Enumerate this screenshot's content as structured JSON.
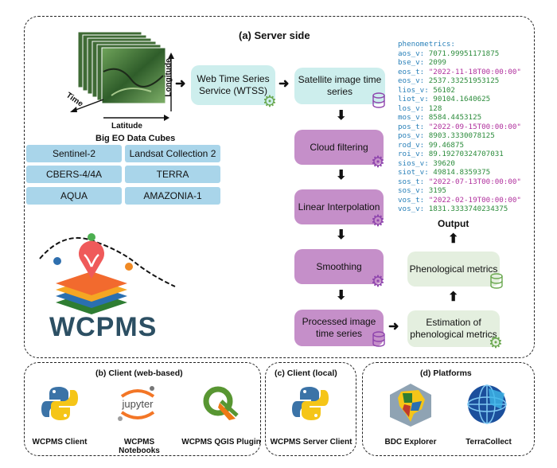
{
  "server": {
    "title": "(a) Server side",
    "cube_axes": {
      "time": "Time",
      "latitude": "Latitude",
      "longitude": "Longitude"
    },
    "cube_label": "Big EO Data Cubes",
    "sources": [
      "Sentinel-2",
      "Landsat Collection 2",
      "CBERS-4/4A",
      "TERRA",
      "AQUA",
      "AMAZONIA-1"
    ],
    "wtss": "Web Time Series Service (WTSS)",
    "satellite": "Satellite image time series",
    "cloud": "Cloud filtering",
    "interp": "Linear Interpolation",
    "smoothing": "Smoothing",
    "processed": "Processed image time series",
    "estimation": "Estimation of phenological metrics",
    "metrics": "Phenological metrics",
    "output": "Output",
    "logo": "WCPMS"
  },
  "phenometrics": {
    "title": "phenometrics:",
    "rows": [
      {
        "k": "aos_v:",
        "v": "7071.99951171875",
        "str": false
      },
      {
        "k": "bse_v:",
        "v": "2099",
        "str": false
      },
      {
        "k": "eos_t:",
        "v": "\"2022-11-18T00:00:00\"",
        "str": true
      },
      {
        "k": "eos_v:",
        "v": "2537.332519531 25",
        "str": false
      },
      {
        "k": "lios_v:",
        "v": "56102",
        "str": false
      },
      {
        "k": "liot_v:",
        "v": "90104.1640625",
        "str": false
      },
      {
        "k": "los_v:",
        "v": "128",
        "str": false
      },
      {
        "k": "mos_v:",
        "v": "8584.4453125",
        "str": false
      },
      {
        "k": "pos_t:",
        "v": "\"2022-09-15T00:00:00\"",
        "str": true
      },
      {
        "k": "pos_v:",
        "v": "8903.3330078125",
        "str": false
      },
      {
        "k": "rod_v:",
        "v": "99.46875",
        "str": false
      },
      {
        "k": "roi_v:",
        "v": "89.19270324707031",
        "str": false
      },
      {
        "k": "sios_v:",
        "v": "39620",
        "str": false
      },
      {
        "k": "siot_v:",
        "v": "49814.8359375",
        "str": false
      },
      {
        "k": "sos_t:",
        "v": "\"2022-07-13T00:00:00\"",
        "str": true
      },
      {
        "k": "sos_v:",
        "v": "3195",
        "str": false
      },
      {
        "k": "vos_t:",
        "v": "\"2022-02-19T00:00:00\"",
        "str": true
      },
      {
        "k": "vos_v:",
        "v": "1831.3333740234375",
        "str": false
      }
    ]
  },
  "client_web": {
    "title": "(b) Client (web-based)",
    "items": [
      "WCPMS Client",
      "WCPMS Notebooks",
      "WCPMS QGIS Plugin"
    ],
    "jupyter_word": "jupyter"
  },
  "client_local": {
    "title": "(c) Client (local)",
    "items": [
      "WCPMS Server Client"
    ]
  },
  "platforms": {
    "title": "(d) Platforms",
    "items": [
      "BDC Explorer",
      "TerraCollect"
    ]
  },
  "colors": {
    "teal": "#cdeeed",
    "purple": "#c58fc9",
    "green": "#e4efdf",
    "source_blue": "#a9d5ea",
    "key_blue": "#2980b9",
    "value_green": "#2c8c3c",
    "string_magenta": "#b0309d"
  }
}
